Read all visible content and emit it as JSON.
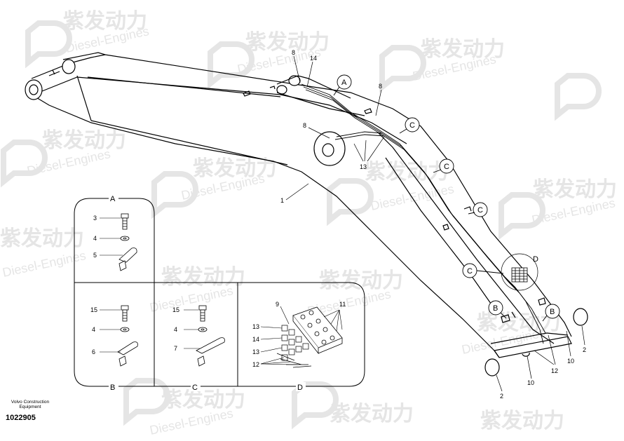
{
  "watermark": {
    "cn": "紫发动力",
    "en": "Diesel-Engines"
  },
  "footer": {
    "maker_line1": "Volvo Construction",
    "maker_line2": "Equipment",
    "part_number": "1022905"
  },
  "callouts": {
    "n1": "1",
    "n2a": "2",
    "n2b": "2",
    "n8a": "8",
    "n8b": "8",
    "n8c": "8",
    "n10a": "10",
    "n10b": "10",
    "n12": "12",
    "n13": "13",
    "n14": "14",
    "A": "A",
    "B1": "B",
    "B2": "B",
    "C1": "C",
    "C2": "C",
    "C3": "C",
    "C4": "C",
    "D": "D"
  },
  "detail_boxes": {
    "A": {
      "label": "A",
      "items": [
        "3",
        "4",
        "5"
      ]
    },
    "B": {
      "label": "B",
      "items": [
        "15",
        "4",
        "6"
      ]
    },
    "C": {
      "label": "C",
      "items": [
        "15",
        "4",
        "7"
      ]
    },
    "D": {
      "label": "D",
      "items": [
        "9",
        "11",
        "13",
        "14",
        "13",
        "12"
      ]
    }
  }
}
